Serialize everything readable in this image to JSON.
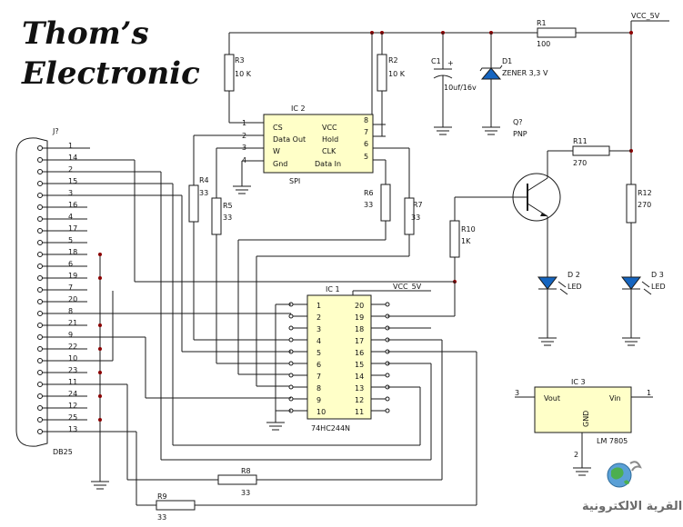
{
  "brand": {
    "line1": "Thom’s",
    "line2": "Electronic"
  },
  "watermark": "القرية الالكترونية",
  "labels": {
    "vcc_top": "VCC_5V",
    "vcc_ic1": "VCC_5V",
    "r1": "R1",
    "r1_val": "100",
    "r2": "R2",
    "r2_val": "10 K",
    "r3": "R3",
    "r3_val": "10 K",
    "r4": "R4",
    "r4_val": "33",
    "r5": "R5",
    "r5_val": "33",
    "r6": "R6",
    "r6_val": "33",
    "r7": "R7",
    "r7_val": "33",
    "r8": "R8",
    "r8_val": "33",
    "r9": "R9",
    "r9_val": "33",
    "r10": "R10",
    "r10_val": "1K",
    "r11": "R11",
    "r11_val": "270",
    "r12": "R12",
    "r12_val": "270",
    "c1": "C1",
    "c1_val": "10uf/16v",
    "c1_plus": "+",
    "d1": "D1",
    "d1_val": "ZENER 3,3 V",
    "q": "Q?",
    "q_type": "PNP",
    "d2": "D 2",
    "d3": "D 3",
    "led": "LED",
    "led2": "LED",
    "j": "J?",
    "db25": "DB25",
    "ic1": "IC 1",
    "ic1_part": "74HC244N",
    "ic2": "IC 2",
    "ic2_part": "SPI",
    "ic3": "IC 3",
    "ic3_part": "LM 7805",
    "ic3_vout": "Vout",
    "ic3_vin": "Vin",
    "ic3_gnd": "GND",
    "ic3_p1": "1",
    "ic3_p2": "2",
    "ic3_p3": "3"
  },
  "ic2_left": [
    {
      "num": "1",
      "name": "CS"
    },
    {
      "num": "2",
      "name": "Data Out"
    },
    {
      "num": "3",
      "name": "W"
    },
    {
      "num": "4",
      "name": "Gnd"
    }
  ],
  "ic2_right": [
    {
      "num": "8",
      "name": "VCC"
    },
    {
      "num": "7",
      "name": "Hold"
    },
    {
      "num": "6",
      "name": "CLK"
    },
    {
      "num": "5",
      "name": "Data In"
    }
  ],
  "ic1_left": [
    "1",
    "2",
    "3",
    "4",
    "5",
    "6",
    "7",
    "8",
    "9",
    "10"
  ],
  "ic1_right": [
    "20",
    "19",
    "18",
    "17",
    "16",
    "15",
    "14",
    "13",
    "12",
    "11"
  ],
  "db25_left": [
    "1",
    "2",
    "3",
    "4",
    "5",
    "6",
    "7",
    "8",
    "9",
    "10",
    "11",
    "12",
    "13"
  ],
  "db25_right": [
    "14",
    "15",
    "16",
    "17",
    "18",
    "19",
    "20",
    "21",
    "22",
    "23",
    "24",
    "25"
  ],
  "colors": {
    "chip_fill": "#ffffc8",
    "led": "#1565c0",
    "junction": "#8b0000"
  }
}
